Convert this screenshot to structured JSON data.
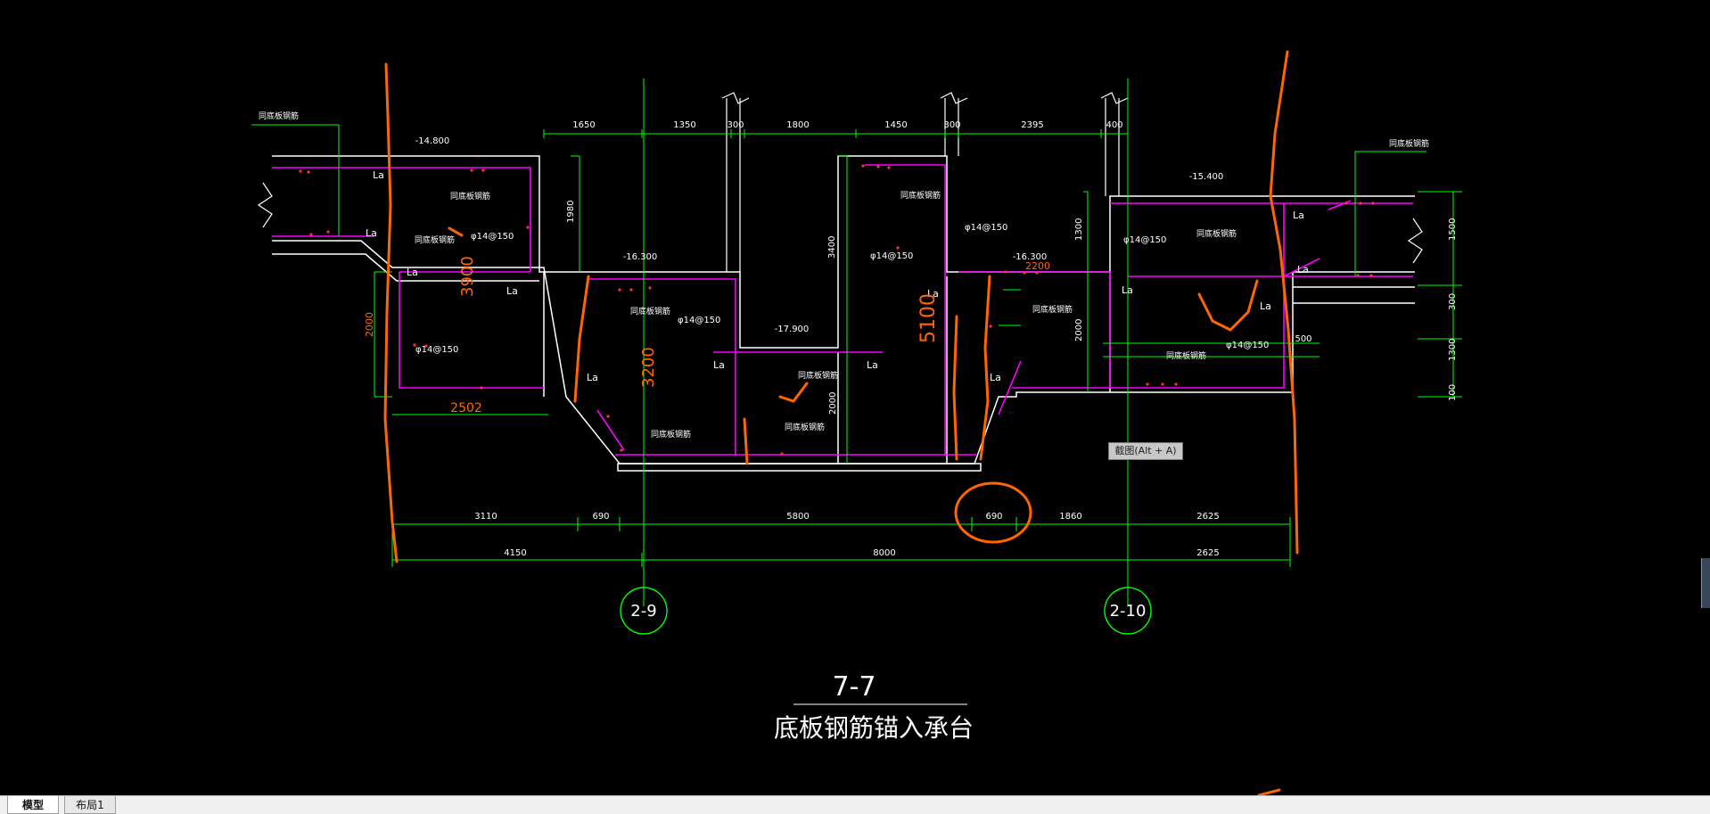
{
  "tabs": [
    {
      "label": "模型"
    },
    {
      "label": "布局1"
    }
  ],
  "tooltip": {
    "text": "截图(Alt + A)"
  },
  "drawing": {
    "section_title": "7-7",
    "subtitle": "底板钢筋锚入承台",
    "grid_axes": [
      "2-9",
      "2-10"
    ],
    "top_dimensions": [
      "1650",
      "1350",
      "300",
      "1800",
      "1450",
      "300",
      "2395",
      "400"
    ],
    "bottom_dimensions_row1": [
      "3110",
      "690",
      "5800",
      "690",
      "1860",
      "2625"
    ],
    "bottom_dimensions_row2": [
      "4150",
      "8000",
      "2625"
    ],
    "elevations": [
      "-14.800",
      "-16.300",
      "-17.900",
      "-16.300",
      "-15.400"
    ],
    "labels": {
      "la": "La",
      "rebar_spacing": "φ14@150",
      "same_floor_rebar": "同底板钢筋",
      "left_height": "2000",
      "left_depth": "3900",
      "mid_depth": "3200",
      "right_depth": "5100",
      "center_width": "2502",
      "height_1980": "1980",
      "height_3400": "3400",
      "height_2000_mid": "2000",
      "height_1300": "1300",
      "height_2000_right": "2000",
      "width_500": "500",
      "right_1500": "1500",
      "right_300": "300",
      "right_100": "100",
      "small_200": "2200"
    }
  },
  "colors": {
    "background": "#000000",
    "green_dimension": "#00ff00",
    "magenta_rebar": "#ff00ff",
    "white_outline": "#ffffff",
    "orange_markup": "#ff6600",
    "red_points": "#ff3333"
  }
}
